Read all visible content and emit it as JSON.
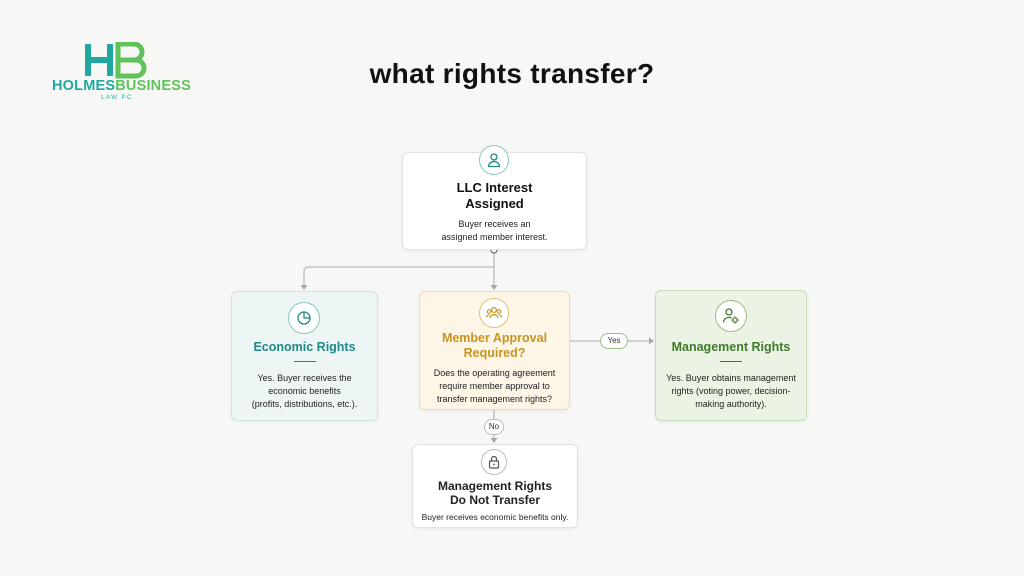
{
  "logo": {
    "name_part1": "HOLMES",
    "name_part2": "BUSINESS",
    "sub": "LAW PC"
  },
  "title": "what rights transfer?",
  "nodes": {
    "top": {
      "title_line1": "LLC Interest",
      "title_line2": "Assigned",
      "text_line1": "Buyer receives an",
      "text_line2": "assigned member interest.",
      "icon": "person-icon"
    },
    "economic": {
      "title": "Economic Rights",
      "text_line1": "Yes. Buyer receives the",
      "text_line2": "economic benefits",
      "text_line3": "(profits, distributions, etc.).",
      "icon": "pie-chart-icon"
    },
    "approval": {
      "title_line1": "Member Approval",
      "title_line2": "Required?",
      "text_line1": "Does the operating agreement",
      "text_line2": "require member approval to",
      "text_line3": "transfer management rights?",
      "icon": "group-icon"
    },
    "management": {
      "title": "Management Rights",
      "text_line1": "Yes. Buyer obtains management",
      "text_line2": "rights (voting power, decision-",
      "text_line3": "making authority).",
      "icon": "user-gear-icon"
    },
    "no_transfer": {
      "title_line1": "Management Rights",
      "title_line2": "Do Not Transfer",
      "text": "Buyer receives economic benefits only.",
      "icon": "lock-icon"
    }
  },
  "edges": {
    "yes_label": "Yes",
    "no_label": "No"
  },
  "colors": {
    "teal": "#1f8a86",
    "gold": "#c8941f",
    "green": "#3f7a2b",
    "gray": "#9a9a9a"
  }
}
